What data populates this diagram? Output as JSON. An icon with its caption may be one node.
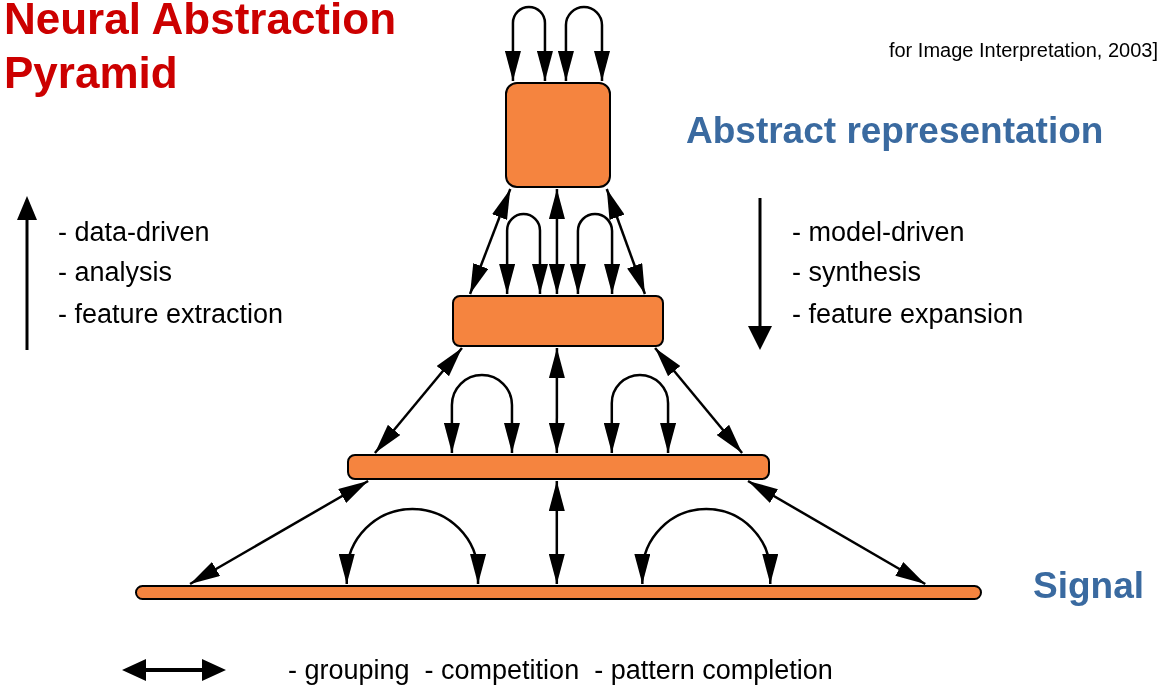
{
  "diagram": {
    "title": "Neural Abstraction Pyramid",
    "nodes": [
      {
        "text": [],
        "shape": "box"
      },
      {
        "text": [],
        "shape": "bar"
      },
      {
        "text": [],
        "shape": "bar"
      },
      {
        "text": [],
        "shape": "bar"
      }
    ],
    "edges": [
      {
        "from": 0,
        "to": 0,
        "arrow": "both"
      },
      {
        "from": 0,
        "to": 0,
        "arrow": "both"
      },
      {
        "from": 0,
        "to": 1,
        "arrow": "both"
      },
      {
        "from": 0,
        "to": 1,
        "arrow": "both"
      },
      {
        "from": 0,
        "to": 1,
        "arrow": "both"
      },
      {
        "from": 1,
        "to": 1,
        "arrow": "both"
      },
      {
        "from": 1,
        "to": 1,
        "arrow": "both"
      },
      {
        "from": 1,
        "to": 2,
        "arrow": "both"
      },
      {
        "from": 1,
        "to": 2,
        "arrow": "both"
      },
      {
        "from": 1,
        "to": 2,
        "arrow": "both"
      },
      {
        "from": 2,
        "to": 2,
        "arrow": "both"
      },
      {
        "from": 2,
        "to": 2,
        "arrow": "both"
      },
      {
        "from": 2,
        "to": 3,
        "arrow": "both"
      },
      {
        "from": 2,
        "to": 3,
        "arrow": "both"
      },
      {
        "from": 2,
        "to": 3,
        "arrow": "both"
      },
      {
        "from": 3,
        "to": 3,
        "arrow": "both"
      },
      {
        "from": 3,
        "to": 3,
        "arrow": "both"
      }
    ],
    "labels": [
      "for Image Interpretation, 2003]",
      "Abstract representation",
      "- data-driven",
      "- analysis",
      "- feature extraction",
      "- model-driven",
      "- synthesis",
      "- feature expansion",
      "Signal"
    ],
    "legend": [
      {
        "text": "- grouping  - competition  - pattern completion"
      }
    ]
  }
}
